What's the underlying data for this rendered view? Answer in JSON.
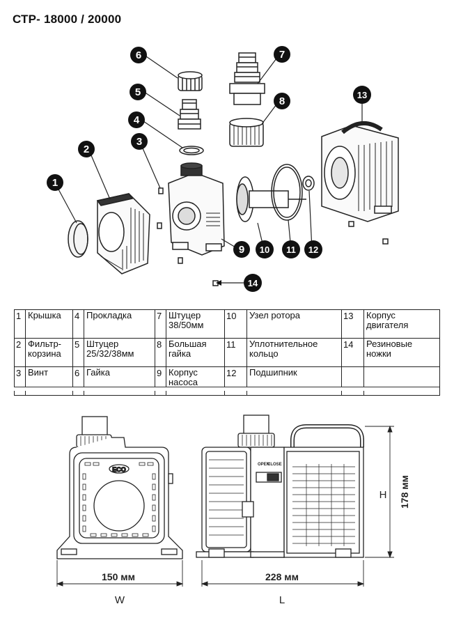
{
  "title": "СТР- 18000 / 20000",
  "callouts": [
    "1",
    "2",
    "3",
    "4",
    "5",
    "6",
    "7",
    "8",
    "9",
    "10",
    "11",
    "12",
    "13",
    "14"
  ],
  "parts_table": {
    "rows": [
      [
        {
          "num": "1",
          "name": "Крышка"
        },
        {
          "num": "4",
          "name": "Прокладка"
        },
        {
          "num": "7",
          "name": "Штуцер 38/50мм"
        },
        {
          "num": "10",
          "name": "Узел ротора"
        },
        {
          "num": "13",
          "name": "Корпус двигателя"
        }
      ],
      [
        {
          "num": "2",
          "name": "Фильтр-корзина"
        },
        {
          "num": "5",
          "name": "Штуцер 25/32/38мм"
        },
        {
          "num": "8",
          "name": "Большая гайка"
        },
        {
          "num": "11",
          "name": "Уплотнительное кольцо"
        },
        {
          "num": "14",
          "name": "Резиновые ножки"
        }
      ],
      [
        {
          "num": "3",
          "name": "Винт"
        },
        {
          "num": "6",
          "name": "Гайка"
        },
        {
          "num": "9",
          "name": "Корпус насоса"
        },
        {
          "num": "12",
          "name": "Подшипник"
        },
        {
          "num": "",
          "name": ""
        }
      ]
    ]
  },
  "front_view": {
    "logo": "ECO",
    "width_label": "150 мм",
    "width_letter": "W"
  },
  "side_view": {
    "open_label": "OPEN",
    "close_label": "CLOSE",
    "length_label": "228 мм",
    "length_letter": "L",
    "height_label": "178 мм",
    "height_letter": "H"
  },
  "colors": {
    "line": "#222222",
    "badge": "#111111",
    "light_fill": "#f2f2f2"
  }
}
